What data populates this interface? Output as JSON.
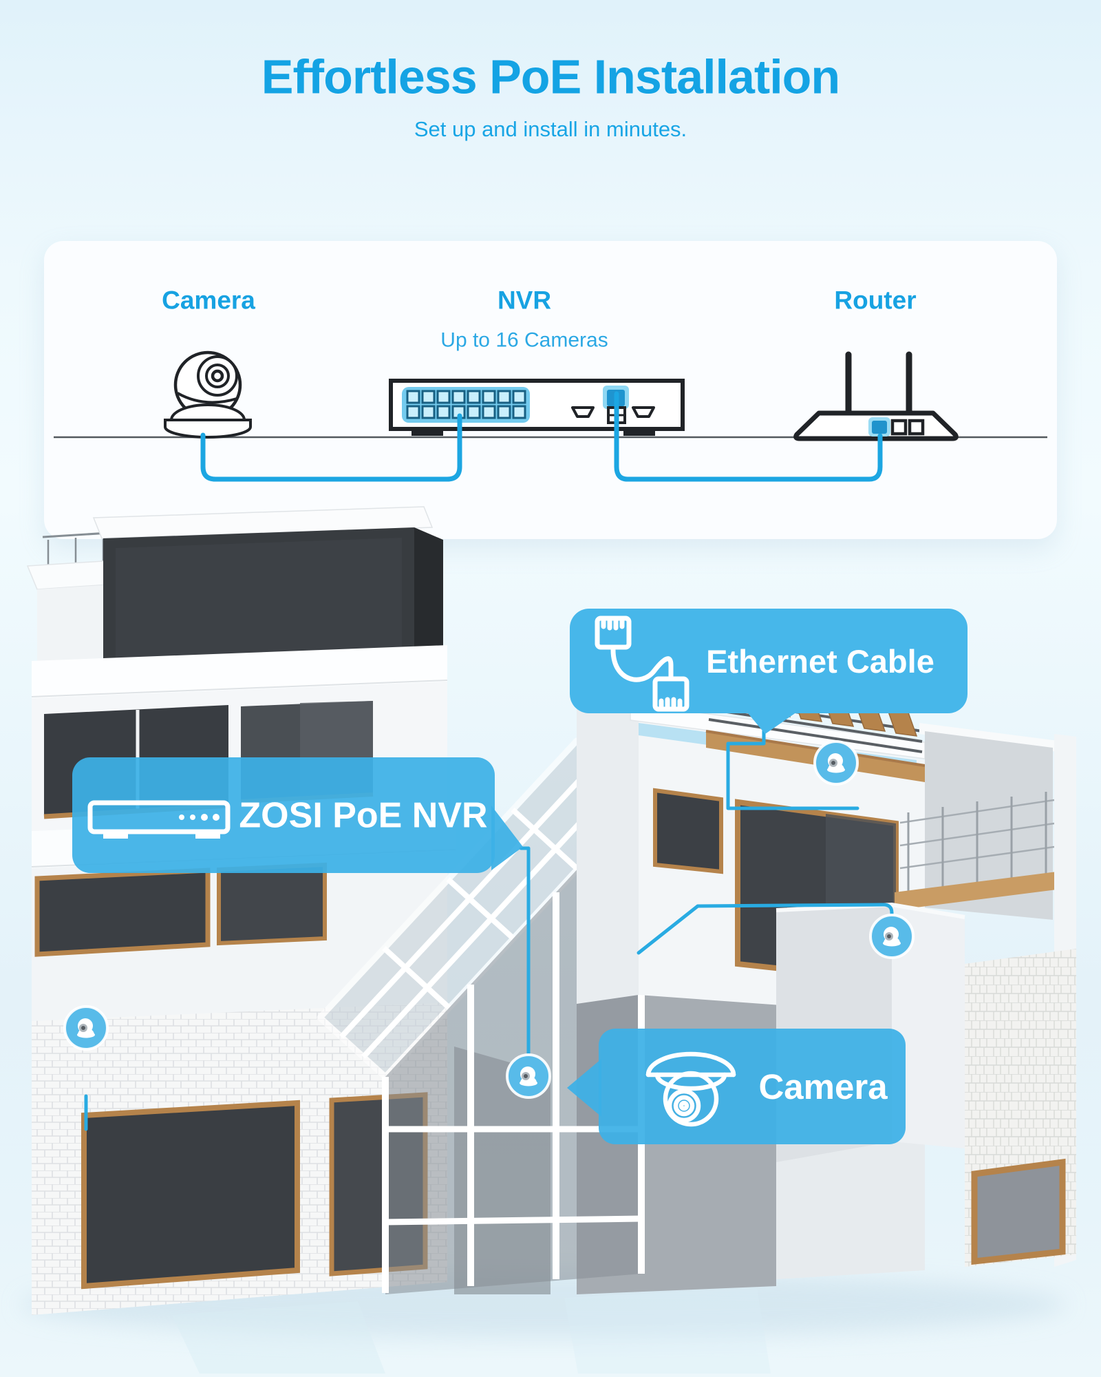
{
  "header": {
    "title": "Effortless PoE Installation",
    "subtitle": "Set up and install in minutes."
  },
  "diagram": {
    "camera_label": "Camera",
    "nvr_label": "NVR",
    "nvr_sublabel": "Up to 16 Cameras",
    "router_label": "Router",
    "nvr_poe_ports": 16
  },
  "house": {
    "callout_ethernet": "Ethernet Cable",
    "callout_nvr": "ZOSI PoE NVR",
    "callout_camera": "Camera",
    "camera_marker_count": 4
  },
  "colors": {
    "heading_blue": "#14a3e4",
    "callout_blue": "#45b6e9",
    "cable_blue": "#29abe2",
    "outline_dark": "#202327"
  }
}
